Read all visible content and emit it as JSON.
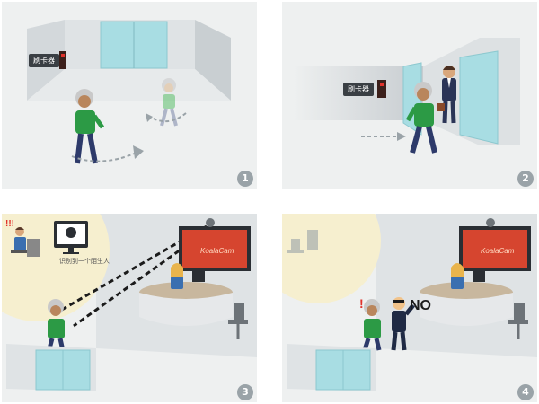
{
  "panels": [
    {
      "number": "1",
      "reader_label": "刷卡器"
    },
    {
      "number": "2",
      "reader_label": "刷卡器"
    },
    {
      "number": "3",
      "alert_marks": "!!!",
      "bubble_text": "识别到一个陌生人",
      "screen_text": "KoalaCam"
    },
    {
      "number": "4",
      "alert_mark": "!",
      "response_text": "NO",
      "screen_text": "KoalaCam"
    }
  ]
}
